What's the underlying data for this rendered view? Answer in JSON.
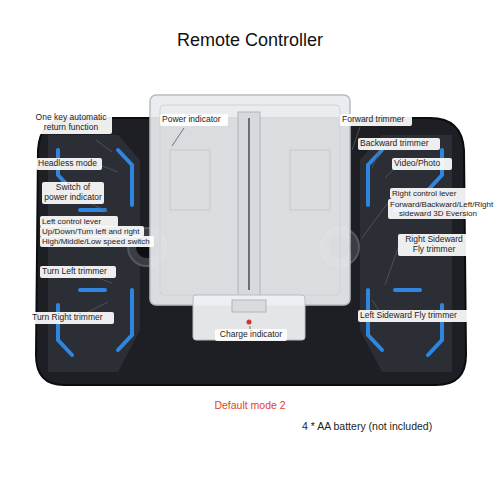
{
  "diagram": {
    "title": "Remote Controller",
    "labels": [
      "One key automatic return function",
      "Power indicator",
      "Headless mode",
      "Switch of power indicator",
      "Left control lever",
      "Up/Down/Turn left and right",
      "High/Middle/Low speed switch",
      "Turn Left trimmer",
      "Turn Right trimmer",
      "Charge indicator",
      "Forward trimmer",
      "Backward trimmer",
      "Video/Photo",
      "Right control lever",
      "Forward/Backward/Left/Right sideward 3D Eversion",
      "Right Sideward Fly trimmer",
      "Left Sideward Fly trimmer",
      "Default mode 2",
      "4 * AA battery (not included)"
    ]
  }
}
